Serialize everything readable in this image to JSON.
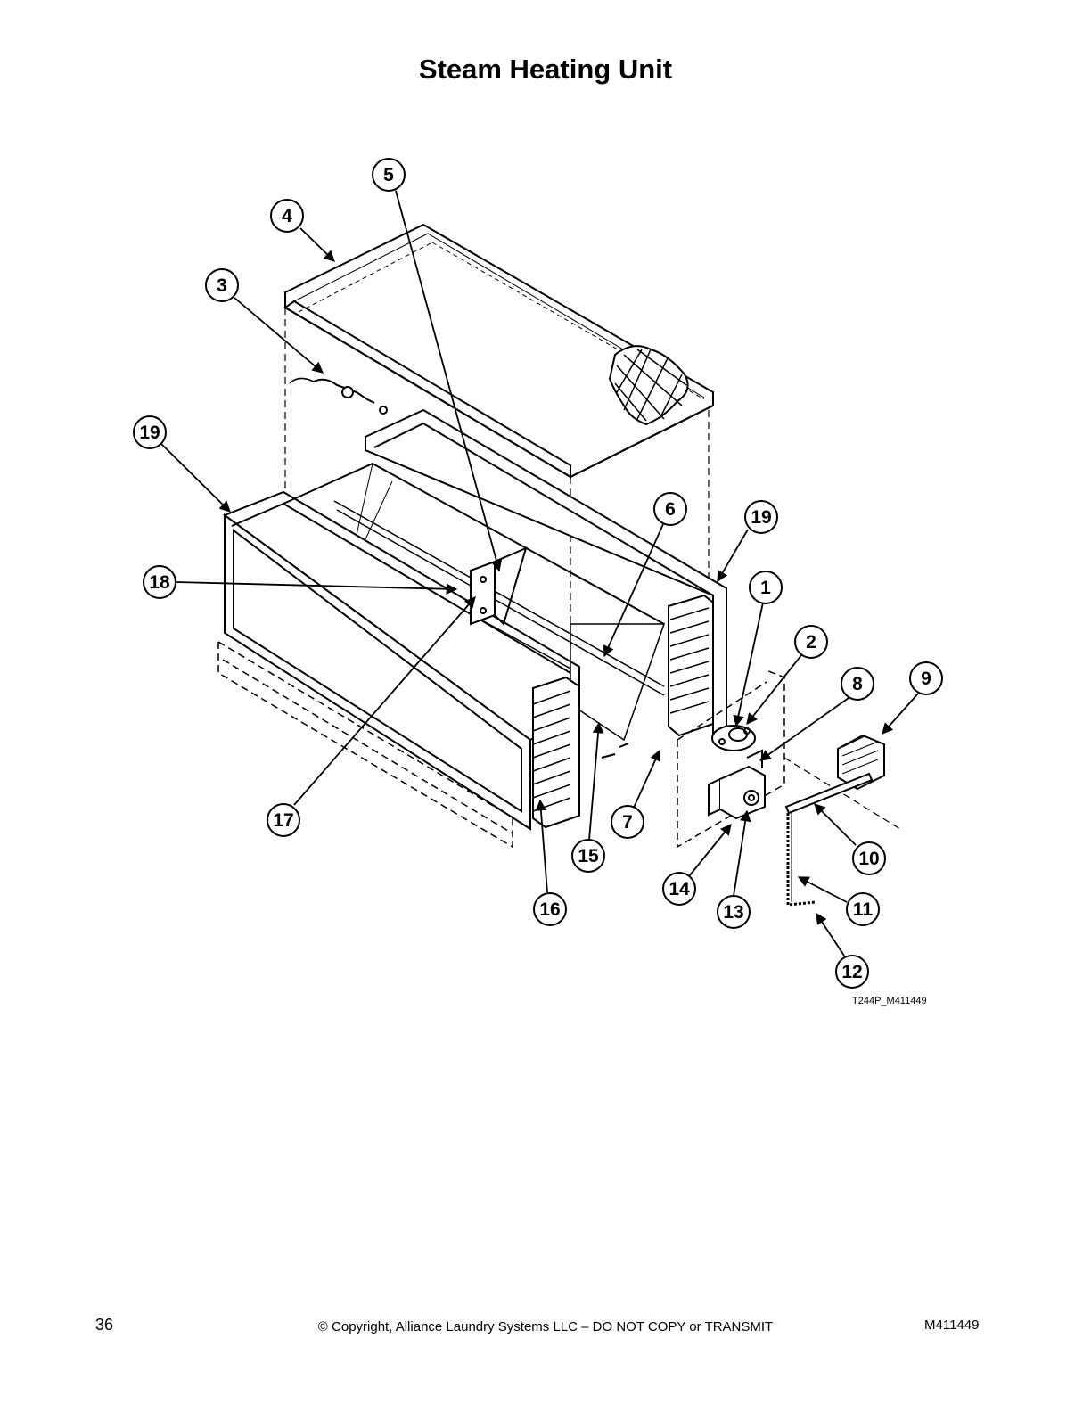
{
  "page": {
    "title": "Steam Heating Unit",
    "figure_id": "T244P_M411449",
    "page_number": "36",
    "copyright": "© Copyright, Alliance Laundry Systems LLC – DO NOT COPY or TRANSMIT",
    "doc_id": "M411449"
  },
  "callouts": [
    {
      "label": "1"
    },
    {
      "label": "2"
    },
    {
      "label": "3"
    },
    {
      "label": "4"
    },
    {
      "label": "5"
    },
    {
      "label": "6"
    },
    {
      "label": "7"
    },
    {
      "label": "8"
    },
    {
      "label": "9"
    },
    {
      "label": "10"
    },
    {
      "label": "11"
    },
    {
      "label": "12"
    },
    {
      "label": "13"
    },
    {
      "label": "14"
    },
    {
      "label": "15"
    },
    {
      "label": "16"
    },
    {
      "label": "17"
    },
    {
      "label": "18"
    },
    {
      "label": "19"
    },
    {
      "label": "19"
    }
  ]
}
